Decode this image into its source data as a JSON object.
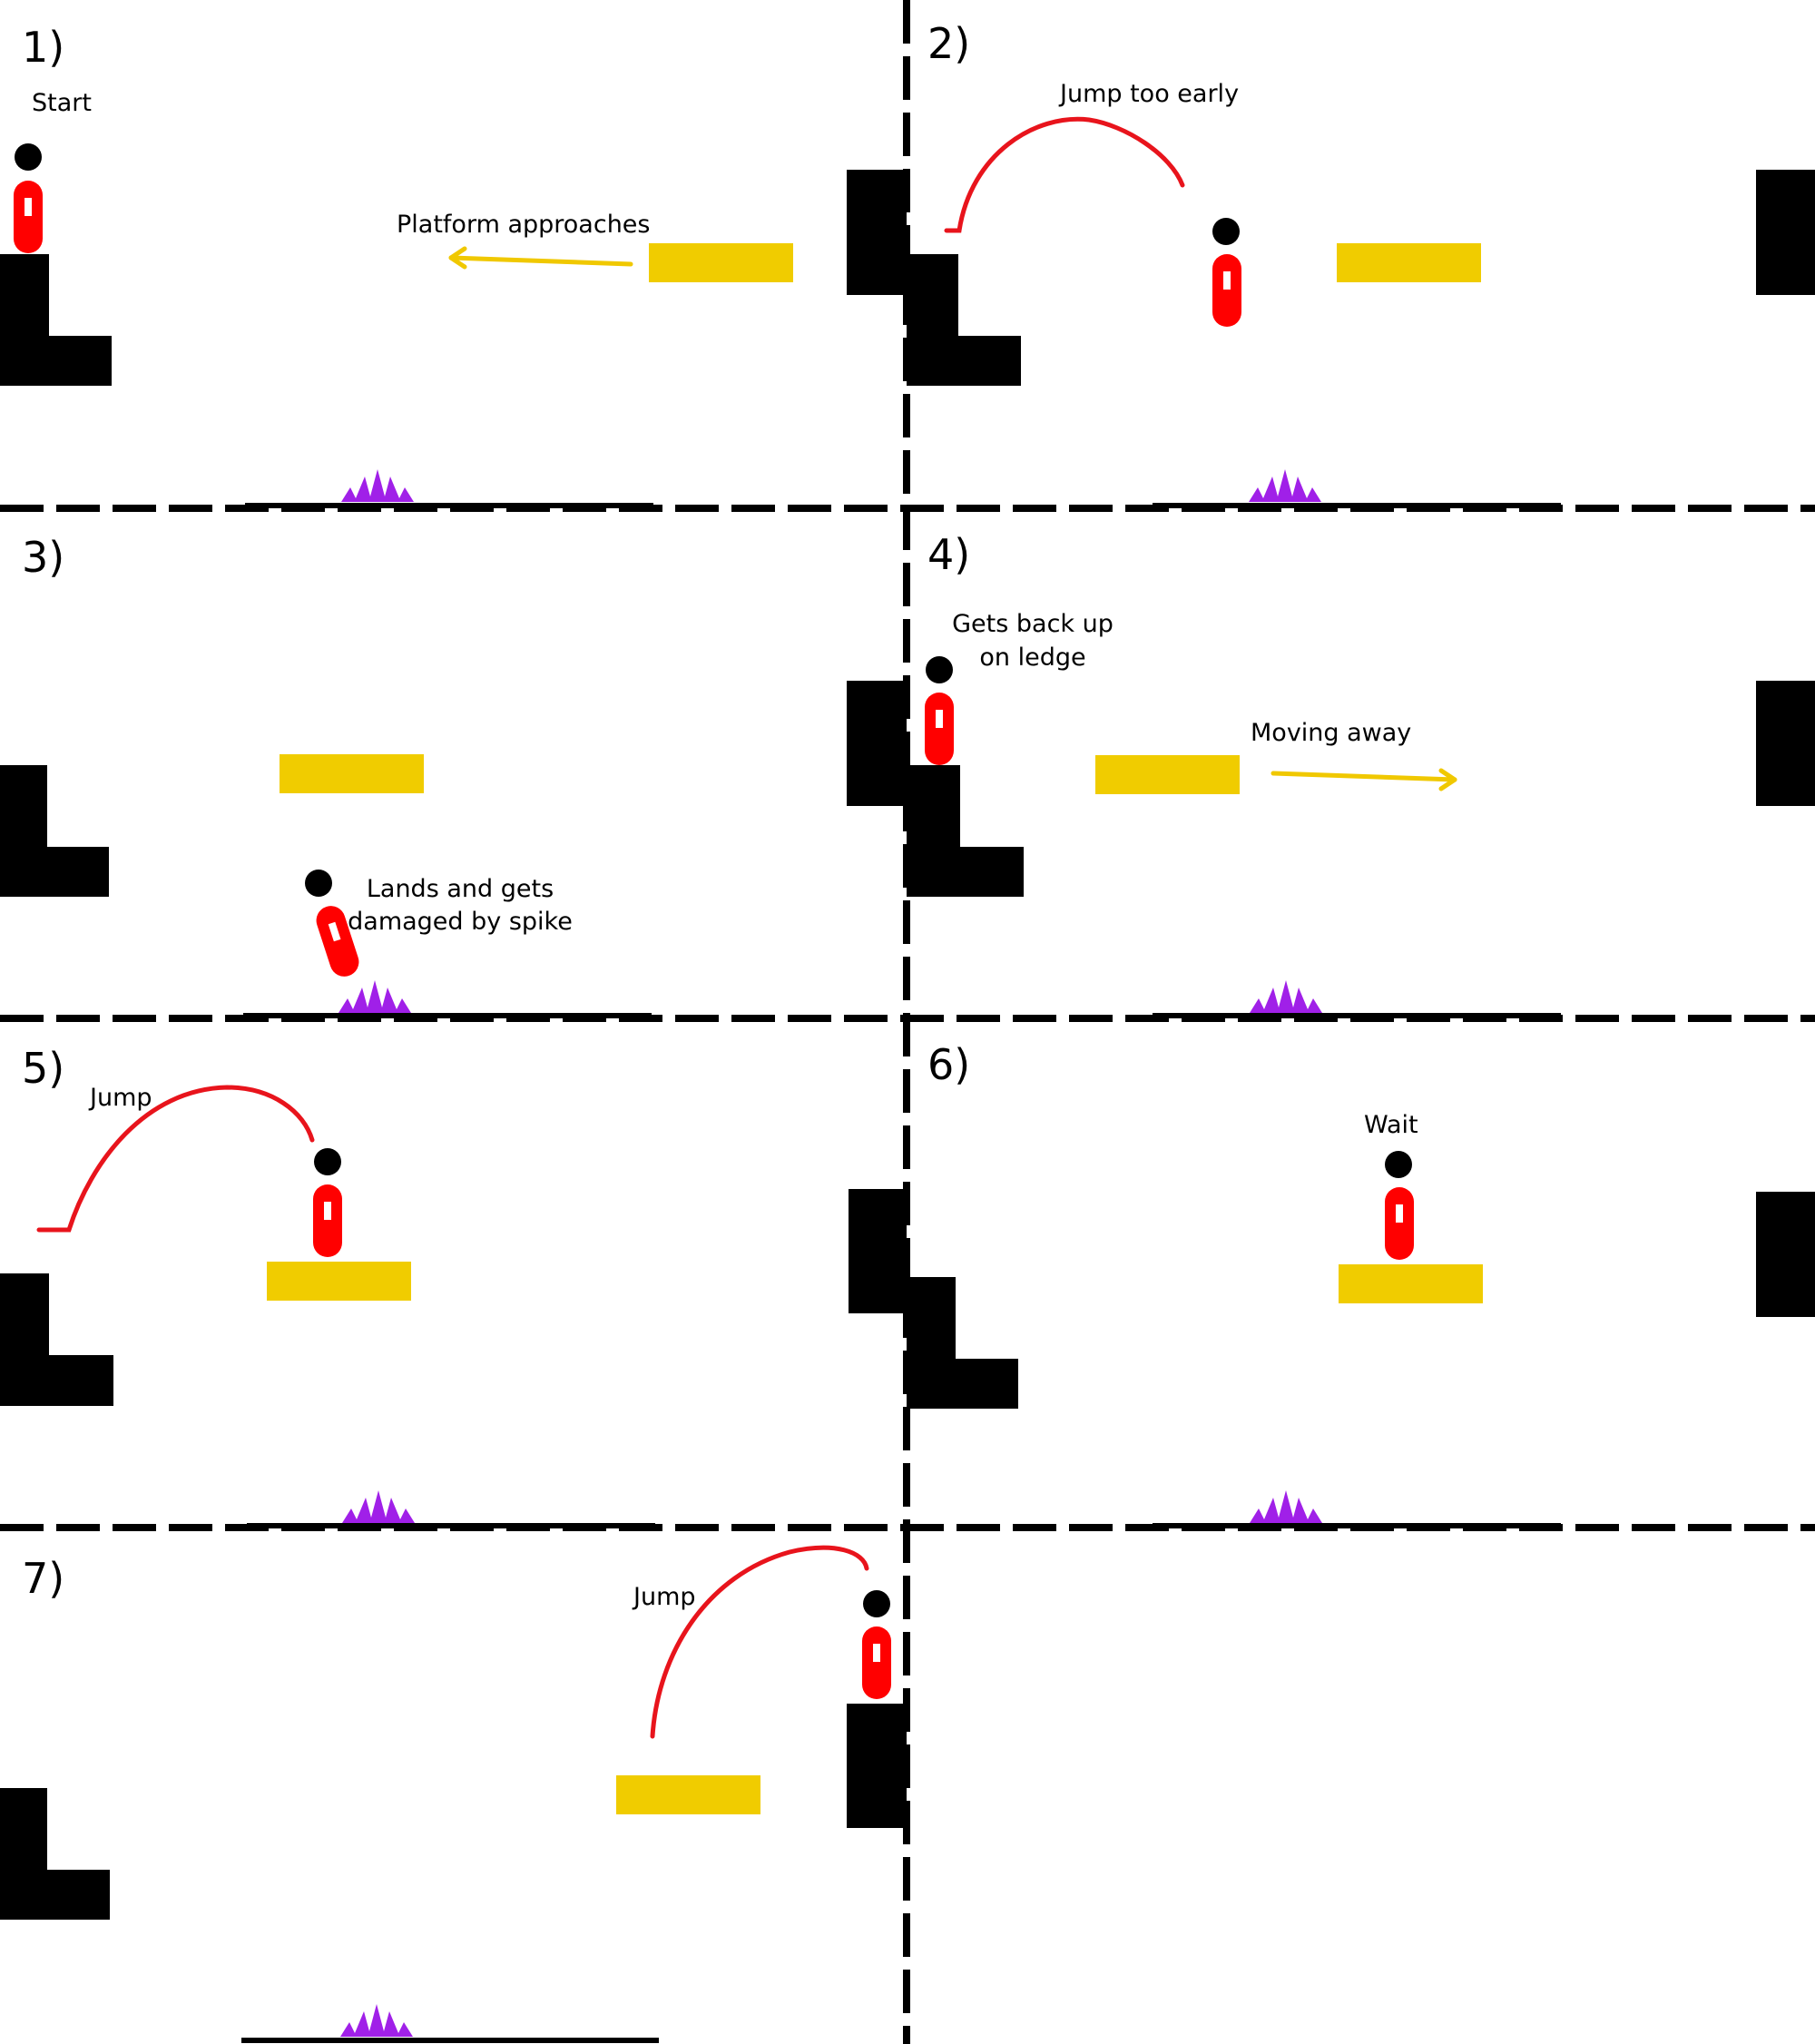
{
  "colors": {
    "background": "#ffffff",
    "wall": "#000000",
    "platform": "#f0cc00",
    "character_body": "#ff0000",
    "jump_arc": "#e8141c",
    "motion_arrow": "#f0c800",
    "spike": "#a020e8",
    "divider": "#000000"
  },
  "icons": {
    "character": "stick-figure-red-capsule-black-head",
    "platform": "yellow-rectangle",
    "spike": "purple-spike-cluster",
    "arrow": "yellow-arrow"
  },
  "panels": [
    {
      "number": "1)",
      "labels": [
        "Start",
        "Platform approaches"
      ]
    },
    {
      "number": "2)",
      "labels": [
        "Jump too early"
      ]
    },
    {
      "number": "3)",
      "labels": [
        "Lands and gets",
        "damaged by spike"
      ]
    },
    {
      "number": "4)",
      "labels": [
        "Gets back up",
        "on ledge",
        "Moving away"
      ]
    },
    {
      "number": "5)",
      "labels": [
        "Jump"
      ]
    },
    {
      "number": "6)",
      "labels": [
        "Wait"
      ]
    },
    {
      "number": "7)",
      "labels": [
        "Jump"
      ]
    }
  ]
}
